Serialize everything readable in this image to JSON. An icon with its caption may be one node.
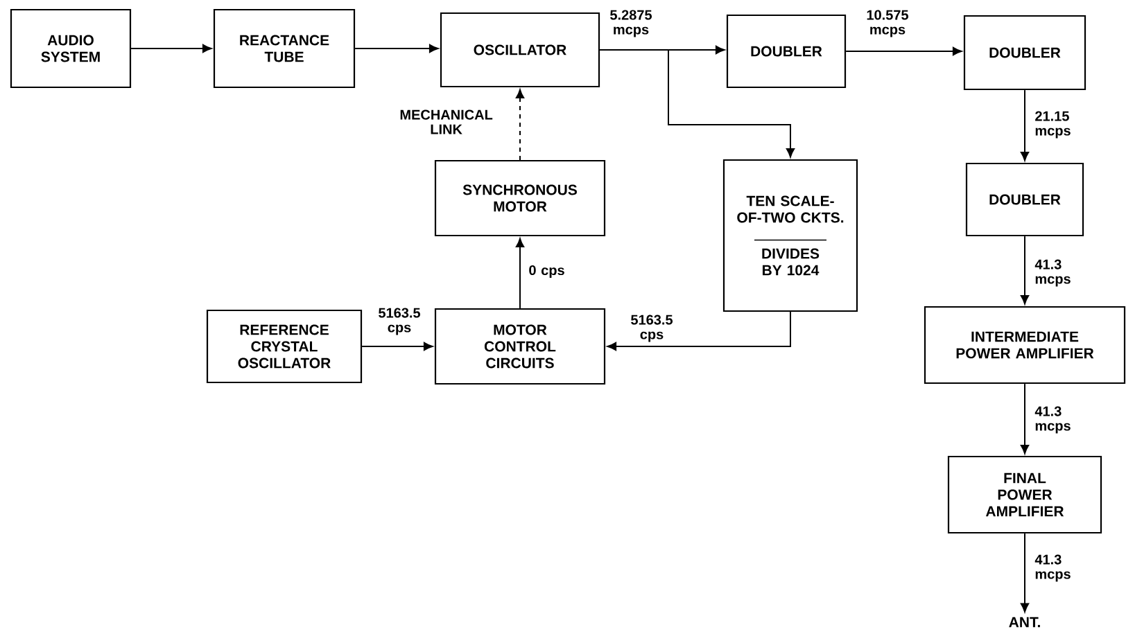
{
  "diagram": {
    "nodes": [
      {
        "text": [
          "AUDIO SYSTEM"
        ]
      },
      {
        "text": [
          "REACTANCE TUBE"
        ]
      },
      {
        "text": [
          "OSCILLATOR"
        ]
      },
      {
        "text": [
          "DOUBLER"
        ]
      },
      {
        "text": [
          "DOUBLER"
        ]
      },
      {
        "text": [
          "DOUBLER"
        ]
      },
      {
        "text": [
          "TEN SCALE-OF-TWO CKTS.",
          "DIVIDES BY 1024"
        ]
      },
      {
        "text": [
          "SYNCHRONOUS MOTOR"
        ]
      },
      {
        "text": [
          "REFERENCE CRYSTAL OSCILLATOR"
        ]
      },
      {
        "text": [
          "MOTOR CONTROL CIRCUITS"
        ]
      },
      {
        "text": [
          "INTERMEDIATE POWER AMPLIFIER"
        ]
      },
      {
        "text": [
          "FINAL POWER AMPLIFIER"
        ]
      },
      {
        "text": [
          "ANT."
        ]
      }
    ],
    "edges": [
      {
        "from": 0,
        "to": 1,
        "arrow": "to"
      },
      {
        "from": 1,
        "to": 2,
        "arrow": "to"
      },
      {
        "from": 2,
        "to": 3,
        "arrow": "to",
        "label": "5.2875 mcps"
      },
      {
        "from": 2,
        "to": 6,
        "arrow": "to"
      },
      {
        "from": 3,
        "to": 4,
        "arrow": "to",
        "label": "10.575 mcps"
      },
      {
        "from": 4,
        "to": 5,
        "arrow": "to",
        "label": "21.15 mcps"
      },
      {
        "from": 5,
        "to": 10,
        "arrow": "to",
        "label": "41.3 mcps"
      },
      {
        "from": 10,
        "to": 11,
        "arrow": "to",
        "label": "41.3 mcps"
      },
      {
        "from": 11,
        "to": 12,
        "arrow": "to",
        "label": "41.3 mcps"
      },
      {
        "from": 7,
        "to": 2,
        "arrow": "to",
        "style": "dashed",
        "label": "MECHANICAL LINK"
      },
      {
        "from": 9,
        "to": 7,
        "arrow": "to",
        "label": "0 cps"
      },
      {
        "from": 8,
        "to": 9,
        "arrow": "to",
        "label": "5163.5 cps"
      },
      {
        "from": 6,
        "to": 9,
        "arrow": "to",
        "label": "5163.5 cps"
      }
    ]
  }
}
